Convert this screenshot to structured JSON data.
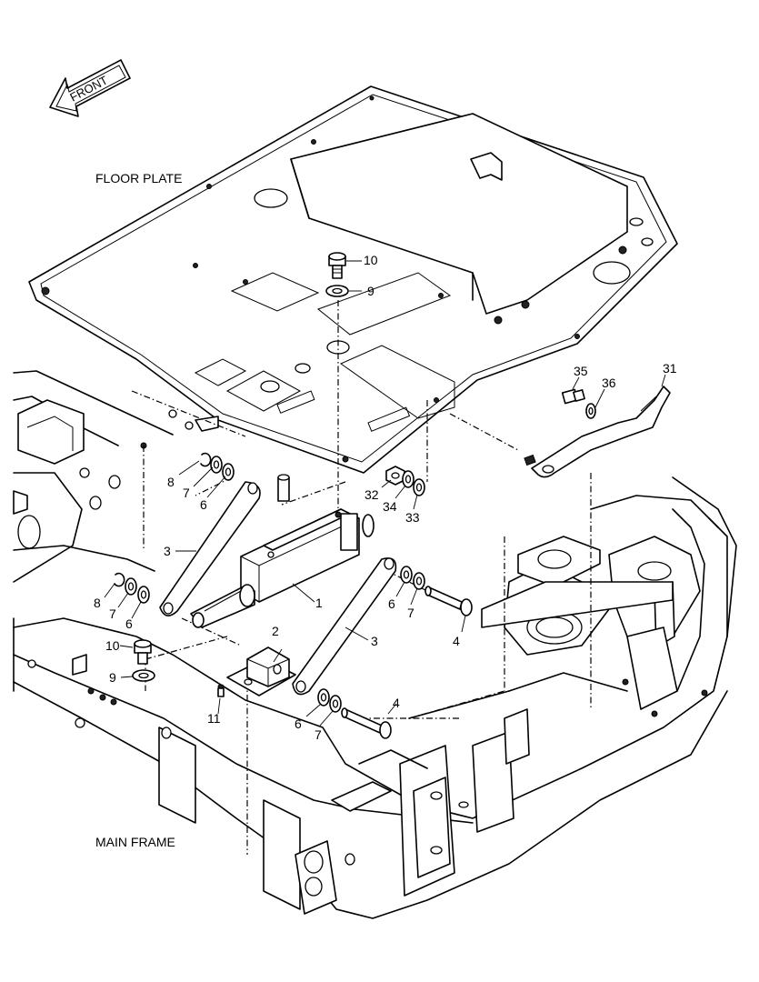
{
  "labels": {
    "front": "FRONT",
    "floor_plate": "FLOOR PLATE",
    "main_frame": "MAIN FRAME"
  },
  "callouts": [
    {
      "id": "c10a",
      "text": "10"
    },
    {
      "id": "c9a",
      "text": "9"
    },
    {
      "id": "c35",
      "text": "35"
    },
    {
      "id": "c36",
      "text": "36"
    },
    {
      "id": "c31",
      "text": "31"
    },
    {
      "id": "c8a",
      "text": "8"
    },
    {
      "id": "c7a",
      "text": "7"
    },
    {
      "id": "c6a",
      "text": "6"
    },
    {
      "id": "c32",
      "text": "32"
    },
    {
      "id": "c34",
      "text": "34"
    },
    {
      "id": "c33",
      "text": "33"
    },
    {
      "id": "c3a",
      "text": "3"
    },
    {
      "id": "c1",
      "text": "1"
    },
    {
      "id": "c8b",
      "text": "8"
    },
    {
      "id": "c7b",
      "text": "7"
    },
    {
      "id": "c6b",
      "text": "6"
    },
    {
      "id": "c6c",
      "text": "6"
    },
    {
      "id": "c7c",
      "text": "7"
    },
    {
      "id": "c2",
      "text": "2"
    },
    {
      "id": "c4a",
      "text": "4"
    },
    {
      "id": "c3b",
      "text": "3"
    },
    {
      "id": "c10b",
      "text": "10"
    },
    {
      "id": "c9b",
      "text": "9"
    },
    {
      "id": "c11",
      "text": "11"
    },
    {
      "id": "c4b",
      "text": "4"
    },
    {
      "id": "c6d",
      "text": "6"
    },
    {
      "id": "c7d",
      "text": "7"
    }
  ]
}
